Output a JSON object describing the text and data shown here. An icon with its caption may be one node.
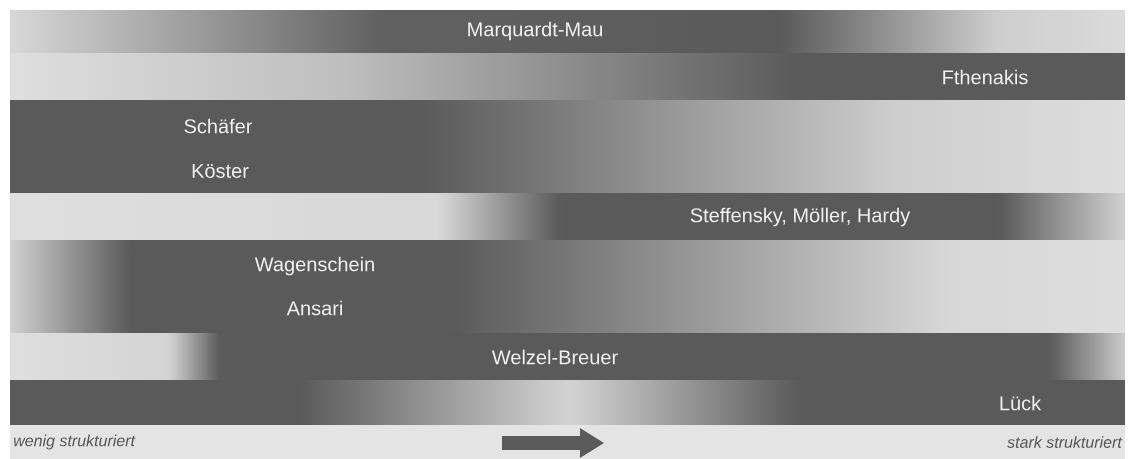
{
  "diagram": {
    "nodes": [
      {
        "text": [
          "Marquardt-Mau"
        ]
      },
      {
        "text": [
          "Fthenakis"
        ]
      },
      {
        "text": [
          "Schäfer",
          "Köster"
        ]
      },
      {
        "text": [
          "Steffensky, Möller, Hardy"
        ]
      },
      {
        "text": [
          "Wagenschein",
          "Ansari"
        ]
      },
      {
        "text": [
          "Welzel-Breuer"
        ]
      },
      {
        "text": [
          "Lück"
        ]
      }
    ],
    "labels": [
      "wenig strukturiert",
      "stark strukturiert"
    ]
  }
}
